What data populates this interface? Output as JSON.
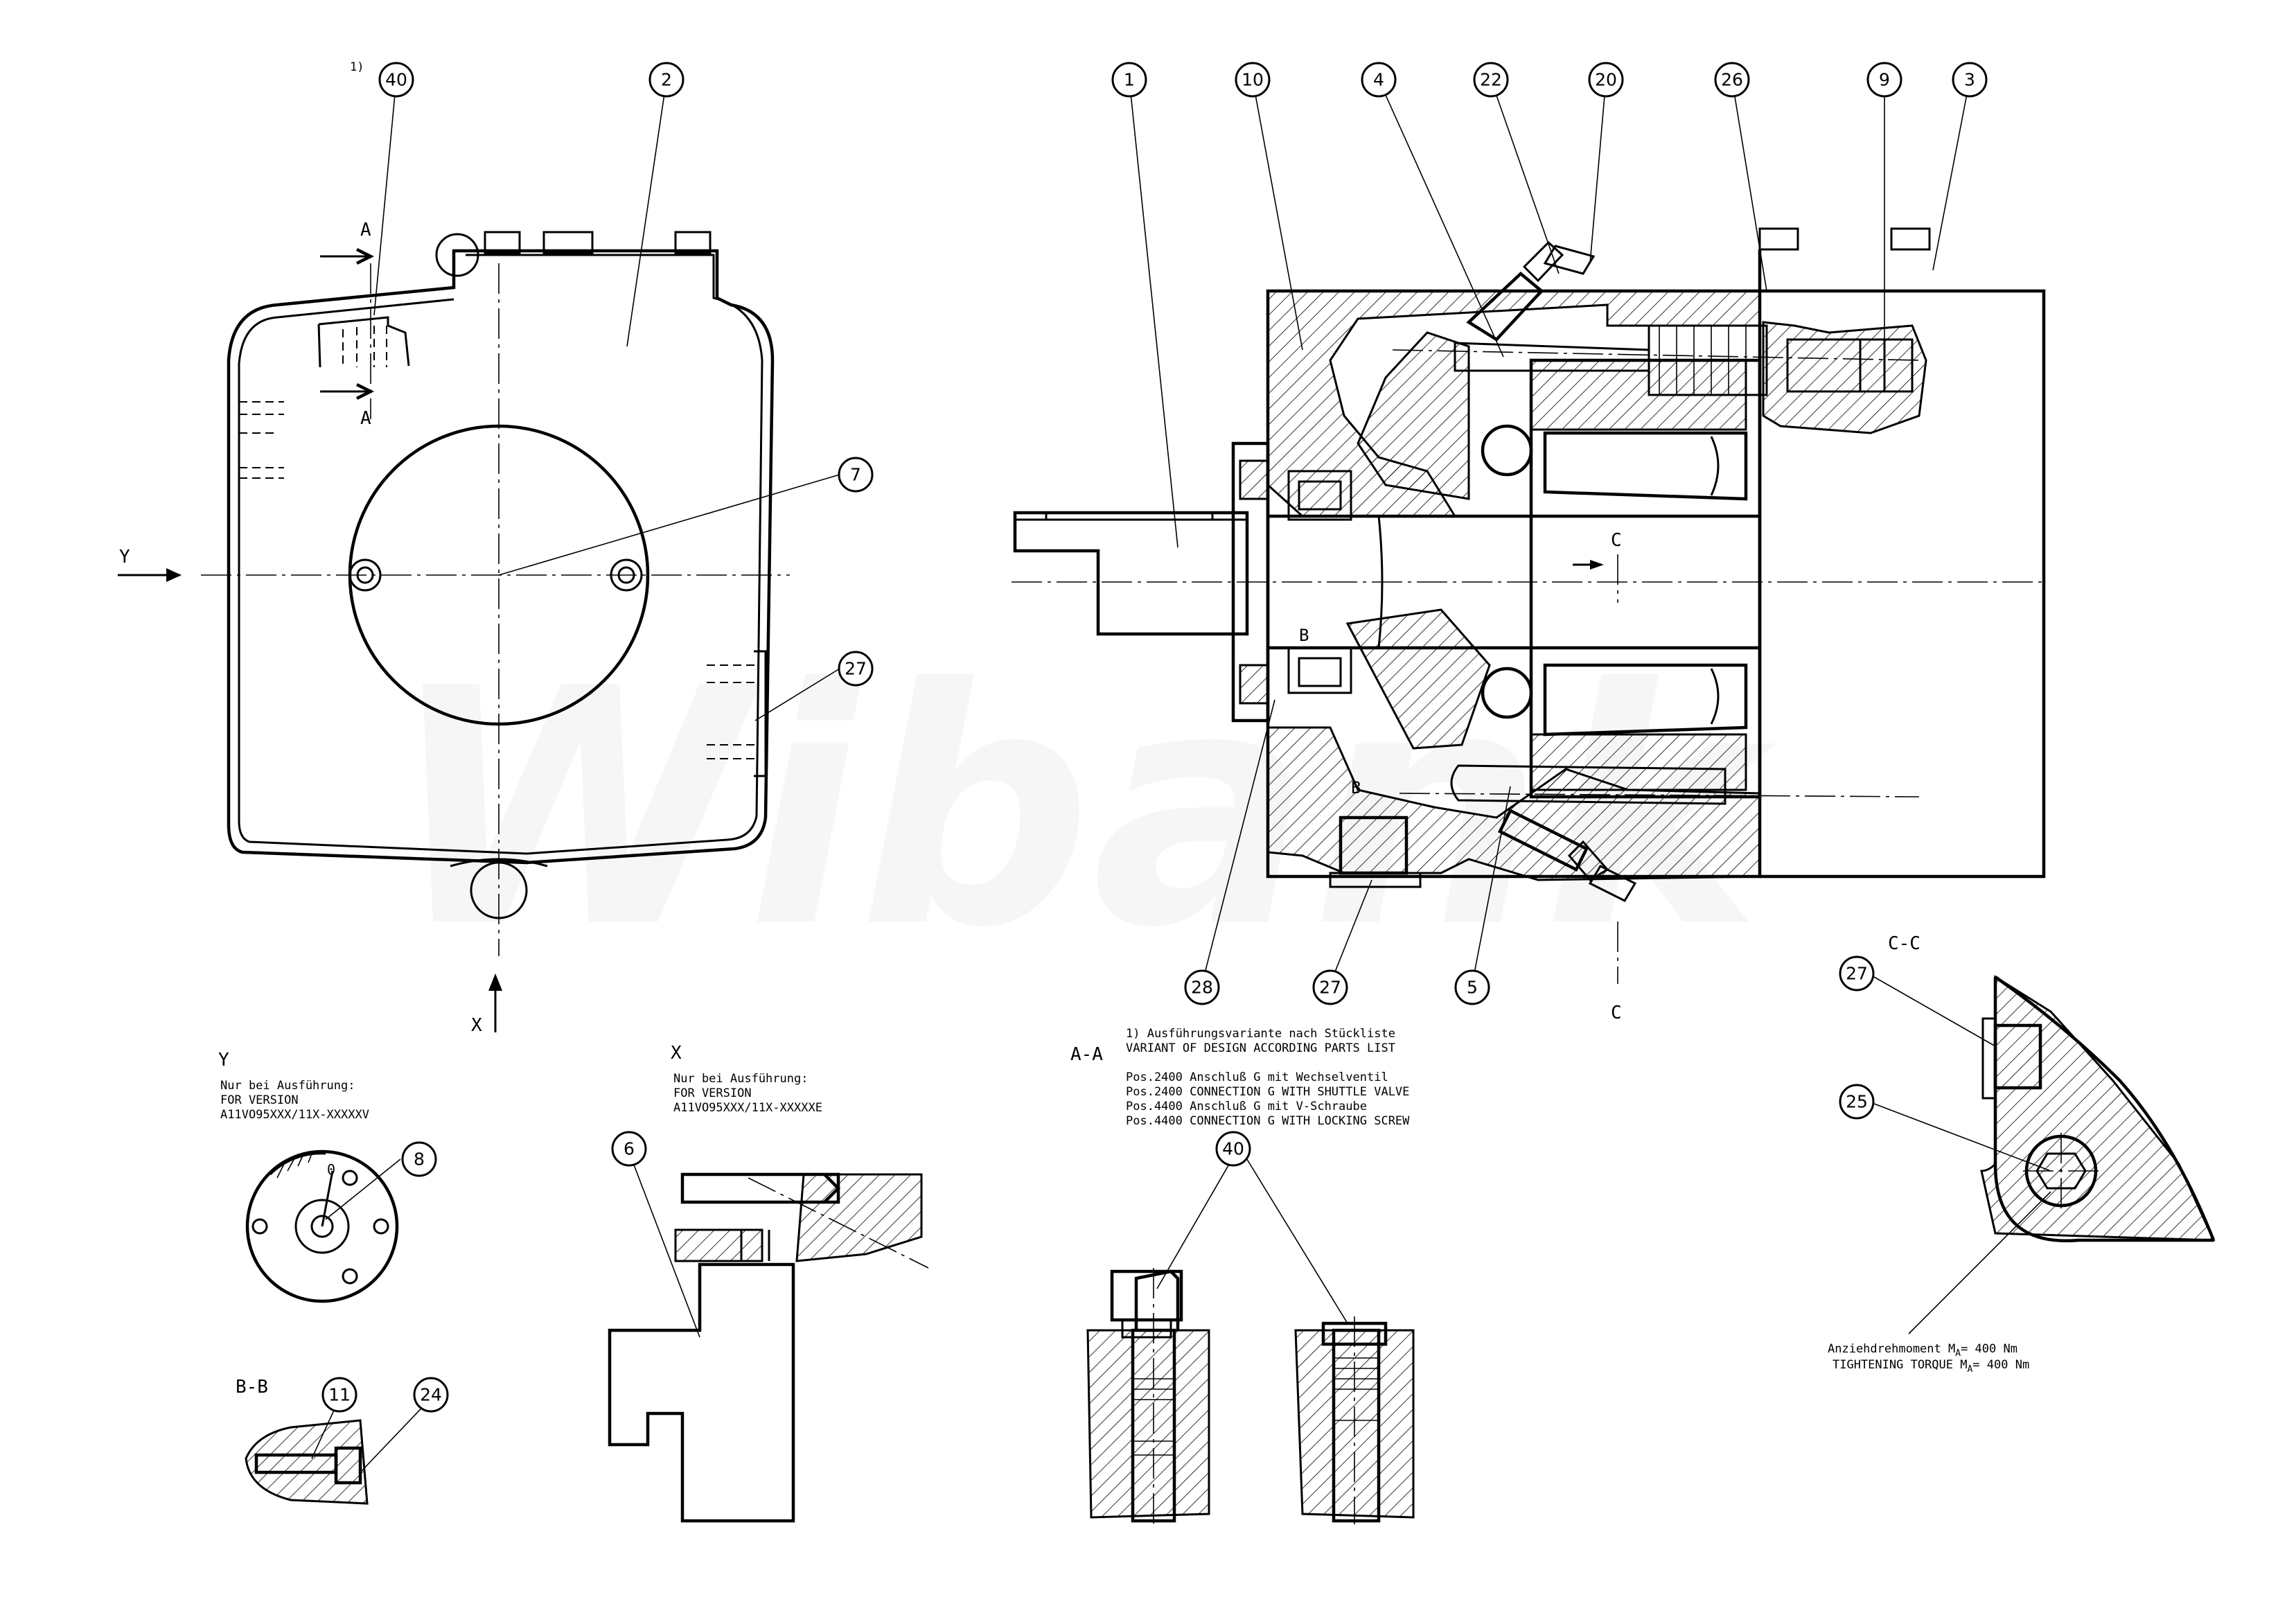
{
  "watermark": "Wibank",
  "balloons": {
    "b40top": "40",
    "b2": "2",
    "b7": "7",
    "b27left": "27",
    "b1": "1",
    "b10": "10",
    "b4": "4",
    "b22": "22",
    "b20": "20",
    "b26": "26",
    "b9": "9",
    "b3": "3",
    "b28": "28",
    "b27mid": "27",
    "b5": "5",
    "b8": "8",
    "b11": "11",
    "b24": "24",
    "b6": "6",
    "b40low": "40",
    "b27cc": "27",
    "b25": "25"
  },
  "labels": {
    "note_ref": "1)",
    "section_a": "A",
    "section_b": "B",
    "section_c": "C",
    "view_y": "Y",
    "view_x": "X",
    "view_y_title": "Y",
    "view_x_title": "X",
    "view_bb": "B-B",
    "view_aa": "A-A",
    "view_cc": "C-C",
    "dial_zero": "0"
  },
  "notes": {
    "y_version": [
      "Nur bei Ausführung:",
      "FOR VERSION",
      "A11VO95XXX/11X-XXXXXV"
    ],
    "x_version": [
      "Nur bei Ausführung:",
      "FOR VERSION",
      "A11VO95XXX/11X-XXXXXE"
    ],
    "design_variant": [
      "1) Ausführungsvariante nach Stückliste",
      "   VARIANT OF DESIGN ACCORDING PARTS LIST",
      "",
      "   Pos.2400 Anschluß G mit Wechselventil",
      "   Pos.2400 CONNECTION G WITH SHUTTLE VALVE",
      "   Pos.4400 Anschluß G mit V-Schraube",
      "   Pos.4400 CONNECTION G WITH LOCKING SCREW"
    ],
    "torque_de_prefix": "Anziehdrehmoment M",
    "torque_en_prefix": "TIGHTENING TORQUE M",
    "torque_sub": "A",
    "torque_value": "= 400 Nm"
  }
}
